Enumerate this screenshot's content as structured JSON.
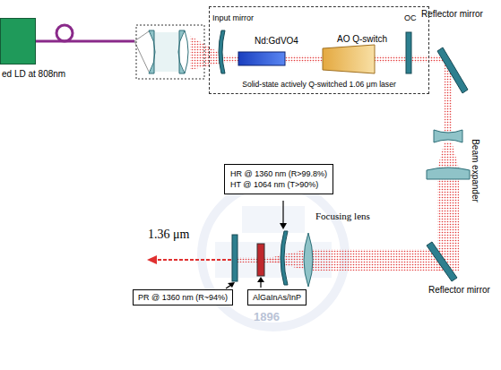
{
  "diagram": {
    "nodes": [
      {
        "text": [
          "ed LD at 808nm"
        ]
      },
      {
        "text": [
          "Solid-state actively Q-switched 1.06 μm laser"
        ]
      },
      {
        "text": [
          "HR @ 1360 nm (R>99.8%)",
          "HT @ 1064 nm (T>90%)"
        ]
      },
      {
        "text": [
          "PR @ 1360 nm (R~94%)"
        ]
      },
      {
        "text": [
          "AlGaInAs/InP"
        ]
      }
    ],
    "labels": [
      "Input mirror",
      "Nd:GdVO4",
      "AO Q-switch",
      "OC",
      "Reflector mirror",
      "Beam expander",
      "Focusing lens",
      "1.36 μm",
      "Reflector mirror",
      "1896"
    ]
  }
}
